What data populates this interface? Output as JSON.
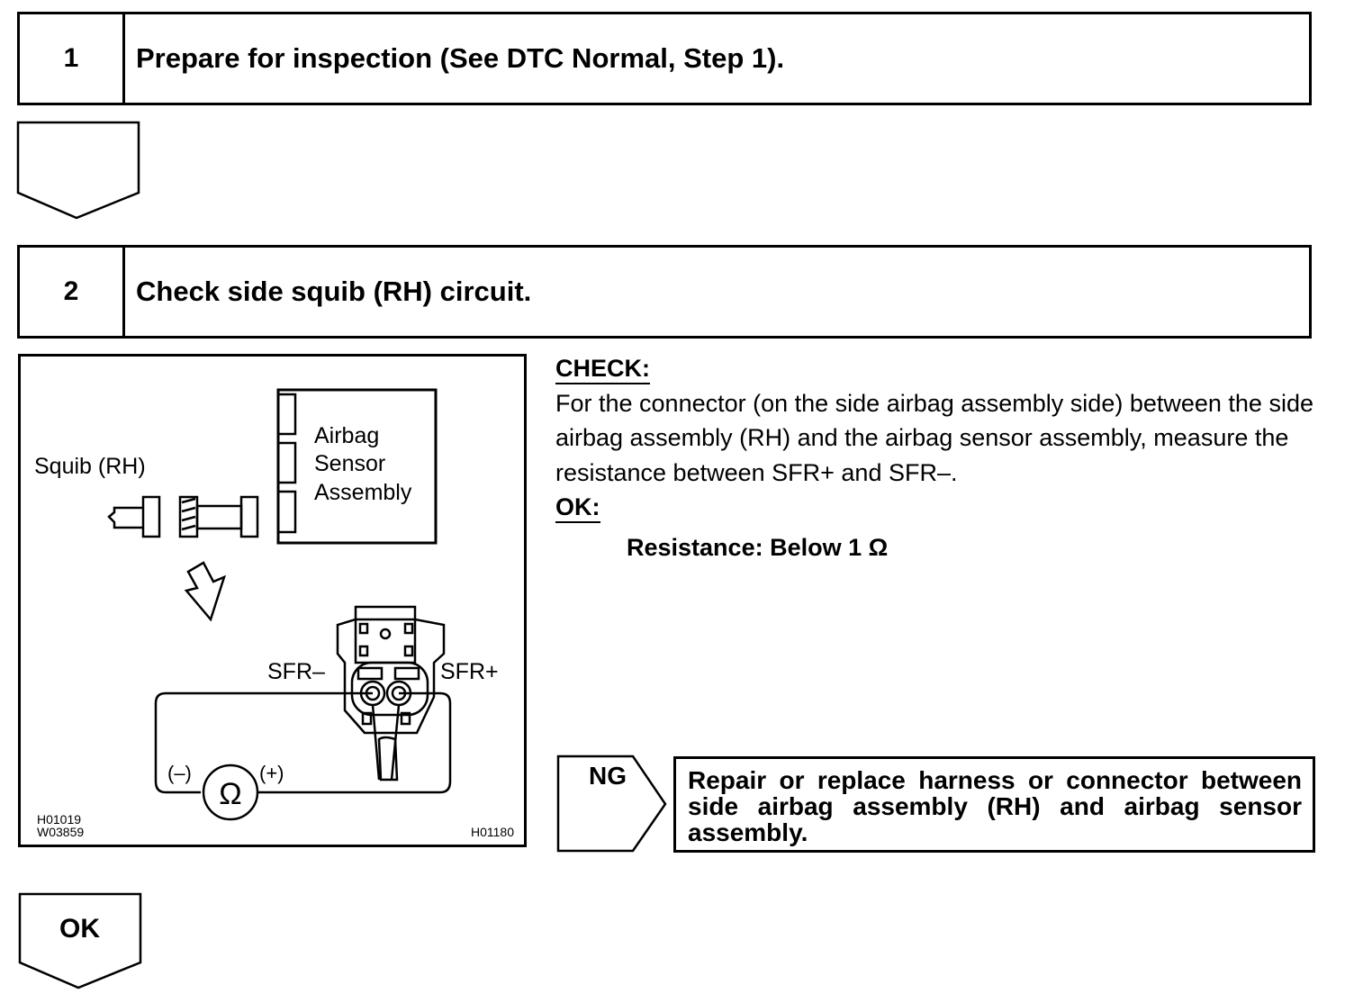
{
  "steps": [
    {
      "number": "1",
      "title": "Prepare for inspection (See DTC Normal, Step 1)."
    },
    {
      "number": "2",
      "title": "Check side squib (RH) circuit."
    }
  ],
  "figure": {
    "squib_label": "Squib (RH)",
    "sensor_label_line1": "Airbag",
    "sensor_label_line2": "Sensor",
    "sensor_label_line3": "Assembly",
    "sfr_minus_label": "SFR–",
    "sfr_plus_label": "SFR+",
    "meter_minus_label": "(–)",
    "meter_plus_label": "(+)",
    "ohm_symbol": "Ω",
    "code_left_1": "H01019",
    "code_left_2": "W03859",
    "code_right": "H01180"
  },
  "check": {
    "heading": "CHECK:",
    "body": "For the connector (on the side airbag assembly side) between the side airbag assembly (RH) and the airbag sensor assembly, measure the resistance between SFR+ and SFR–.",
    "ok_heading": "OK:",
    "ok_spec": "Resistance: Below 1 Ω"
  },
  "ng": {
    "label": "NG",
    "action": "Repair or replace harness or connector between side airbag assembly (RH) and airbag sensor assembly."
  },
  "ok_flow": {
    "label": "OK"
  }
}
